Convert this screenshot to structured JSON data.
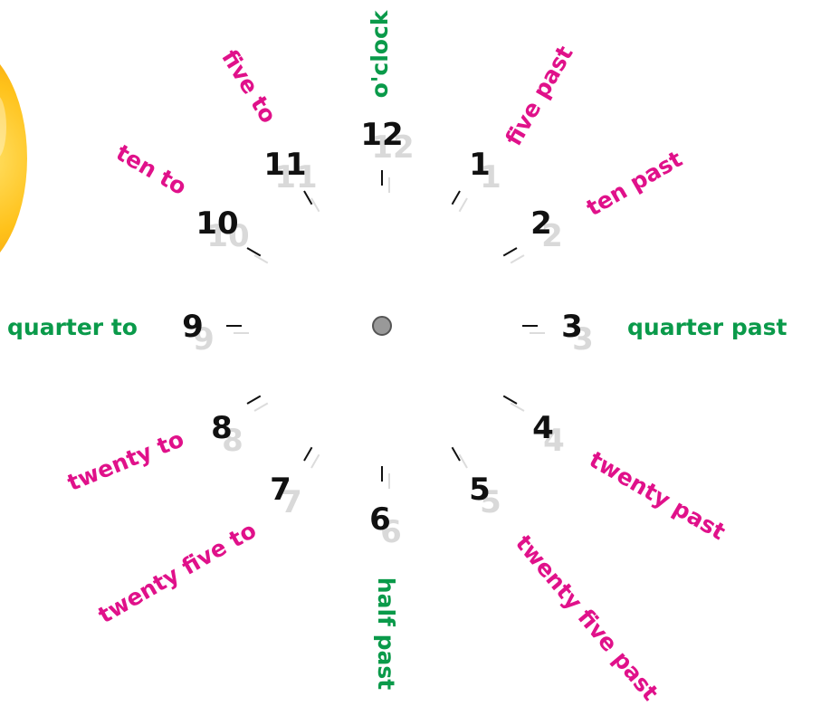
{
  "clock": {
    "numbers": [
      "12",
      "1",
      "2",
      "3",
      "4",
      "5",
      "6",
      "7",
      "8",
      "9",
      "10",
      "11"
    ],
    "phrases": [
      "o'clock",
      "five past",
      "ten past",
      "quarter past",
      "twenty past",
      "twenty five past",
      "half past",
      "twenty five to",
      "twenty to",
      "quarter to",
      "ten to",
      "five to"
    ],
    "phrase_colors": [
      "#0a9a4a",
      "#e0118a",
      "#e0118a",
      "#0a9a4a",
      "#e0118a",
      "#e0118a",
      "#0a9a4a",
      "#e0118a",
      "#e0118a",
      "#0a9a4a",
      "#e0118a",
      "#e0118a"
    ],
    "colors": {
      "quarter_phrase": "#0a9a4a",
      "other_phrase": "#e0118a",
      "numbers": "#111111",
      "center_dot": "#999999"
    },
    "decoration": "sun"
  }
}
